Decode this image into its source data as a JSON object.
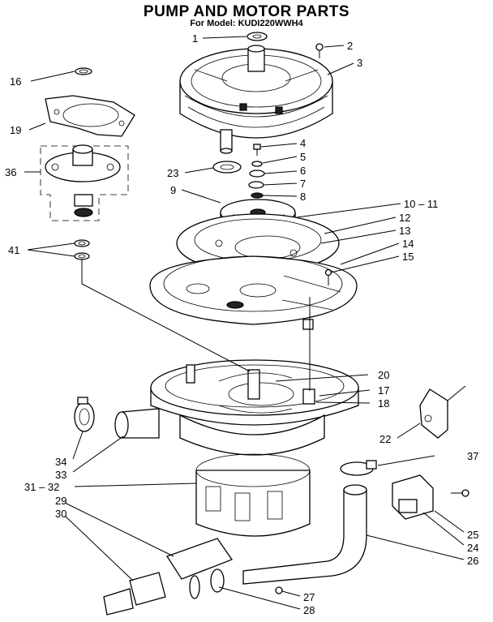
{
  "title": "PUMP AND MOTOR PARTS",
  "subtitle": "For Model: KUDI220WWH4",
  "callouts": {
    "c1": "1",
    "c2": "2",
    "c3": "3",
    "c4": "4",
    "c5": "5",
    "c6": "6",
    "c7": "7",
    "c8": "8",
    "c9": "9",
    "c10_11": "10 – 11",
    "c12": "12",
    "c13": "13",
    "c14": "14",
    "c15": "15",
    "c16": "16",
    "c17": "17",
    "c18": "18",
    "c19": "19",
    "c20": "20",
    "c22": "22",
    "c23": "23",
    "c24": "24",
    "c25": "25",
    "c26": "26",
    "c27": "27",
    "c28": "28",
    "c29": "29",
    "c30": "30",
    "c31_32": "31 – 32",
    "c33": "33",
    "c34": "34",
    "c36": "36",
    "c37": "37",
    "c41": "41"
  }
}
